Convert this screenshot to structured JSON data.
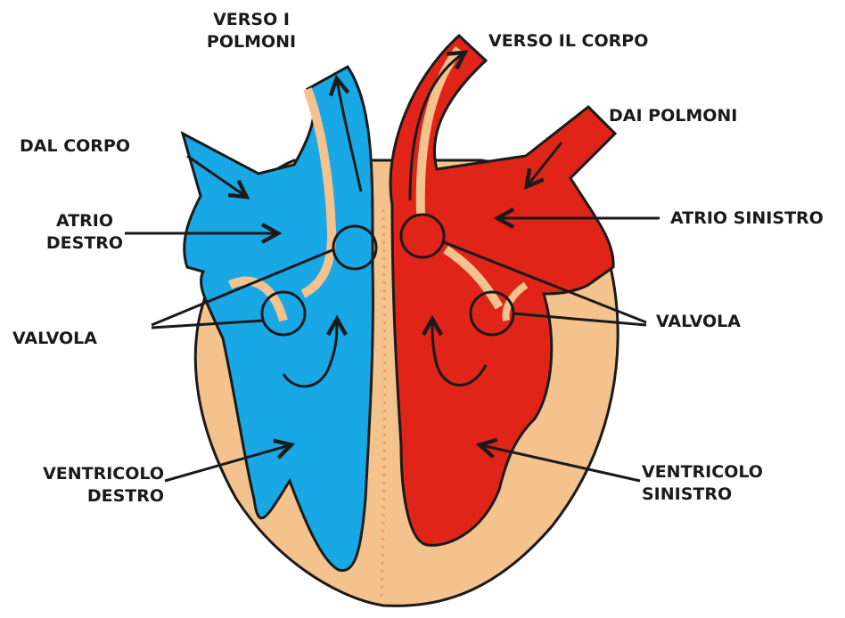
{
  "labels": {
    "to_lungs": "VERSO I\nPOLMONI",
    "to_body": "VERSO IL CORPO",
    "from_lungs": "DAI POLMONI",
    "from_body": "DAL CORPO",
    "right_atrium": "ATRIO\nDESTRO",
    "left_atrium": "ATRIO SINISTRO",
    "valve_left": "VALVOLA",
    "valve_right": "VALVOLA",
    "right_ventricle": "VENTRICOLO\nDESTRO",
    "left_ventricle": "VENTRICOLO\nSINISTRO"
  },
  "colors": {
    "deoxygenated_blood": "#19a8e6",
    "oxygenated_blood": "#e02418",
    "heart_tissue": "#f4c28c",
    "outline": "#1a1a1a"
  }
}
